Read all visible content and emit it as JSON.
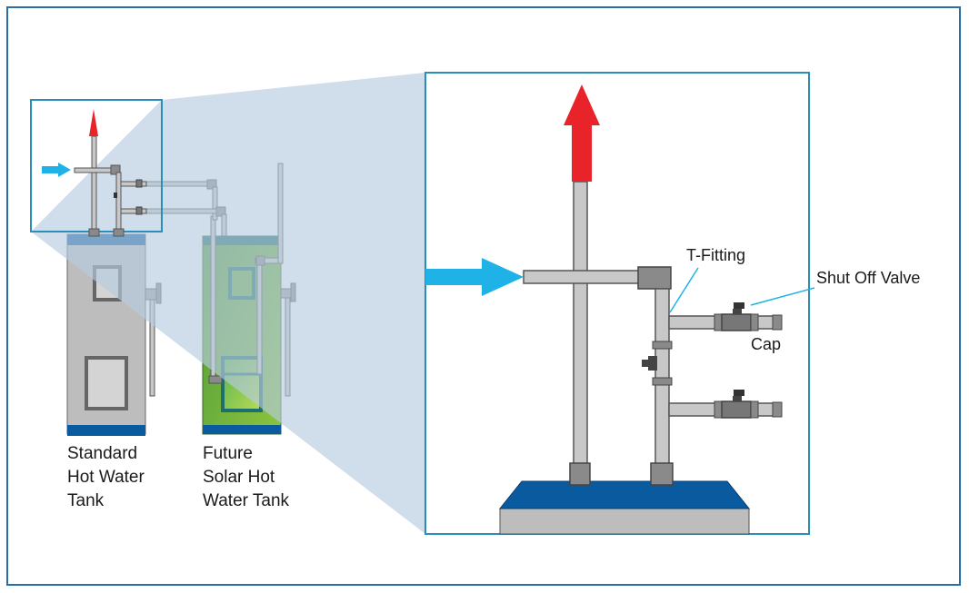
{
  "labels": {
    "standard_tank": [
      "Standard",
      "Hot Water",
      "Tank"
    ],
    "solar_tank": [
      "Future",
      "Solar Hot",
      "Water Tank"
    ],
    "t_fitting": "T-Fitting",
    "shut_off_valve": "Shut Off Valve",
    "cap": "Cap"
  },
  "colors": {
    "frame": "#2a6ea6",
    "inlet_arrow": "#1fb2e6",
    "outlet_arrow": "#e8242a",
    "pipe": "#c8c8c8",
    "pipe_outline": "#555555",
    "fitting": "#8a8a8a",
    "tank_standard": "#bdbdbd",
    "tank_solar": "#6aab3e",
    "tank_cap": "#0a5aa0",
    "zoom_overlay": "#b7cbde"
  }
}
